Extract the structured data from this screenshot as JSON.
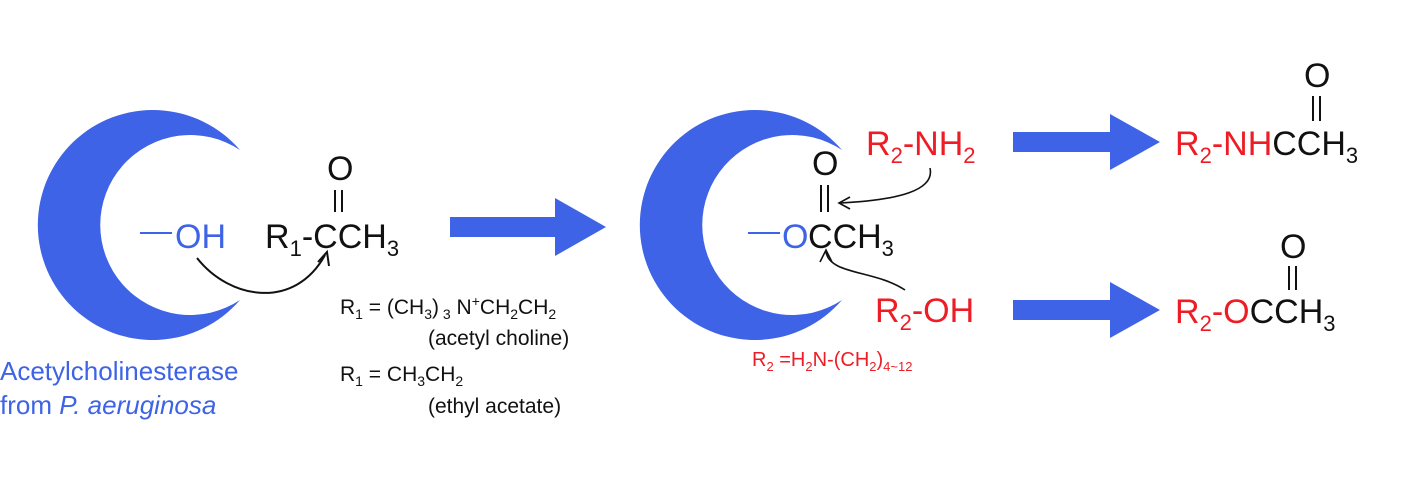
{
  "colors": {
    "enzyme": "#3e63e6",
    "blue_text": "#3e63e6",
    "red_text": "#ee1c24",
    "black": "#111111",
    "arrow": "#3e63e6"
  },
  "enzyme_caption": {
    "line1": "Acetylcholinesterase",
    "line2_prefix": "from ",
    "line2_italic": "P. aeruginosa"
  },
  "step1": {
    "hydroxyl": "OH",
    "r1": "R",
    "r1_sub": "1",
    "dash_c": "-C",
    "ch3": "CH",
    "ch3_sub": "3",
    "carbonyl_o": "O"
  },
  "r1_definitions": {
    "def1": {
      "r": "R",
      "sub": "1",
      "eq": " = (CH",
      "s3a": "3",
      "rest1": ")",
      "s3b": " 3",
      "n": " N",
      "plus": "+",
      "ch2a": "CH",
      "s2a": "2",
      "ch2b": "CH",
      "s2b": "2",
      "name": "(acetyl choline)"
    },
    "def2": {
      "r": "R",
      "sub": "1",
      "eq": " = CH",
      "s3": "3",
      "ch2": "CH",
      "s2": "2",
      "name": "(ethyl acetate)"
    }
  },
  "intermediate": {
    "o_link": "O",
    "c": "C",
    "ch3": "CH",
    "ch3_sub": "3",
    "carbonyl_o": "O"
  },
  "nucleophiles": {
    "amine": {
      "r": "R",
      "sub": "2",
      "rest": "-NH",
      "h_sub": "2"
    },
    "alcohol": {
      "r": "R",
      "sub": "2",
      "rest": "-OH"
    },
    "r2_def": {
      "r": "R",
      "sub": "2",
      "eq": " =H",
      "s2a": "2",
      "n": "N-(CH",
      "s2b": "2",
      "close": ")",
      "range": "4~12"
    }
  },
  "products": {
    "amide": {
      "r": "R",
      "sub": "2",
      "red": "-NH",
      "black": "CCH",
      "sub3": "3",
      "o": "O"
    },
    "ester": {
      "r": "R",
      "sub": "2",
      "red": "-O",
      "black": "CCH",
      "sub3": "3",
      "o": "O"
    }
  }
}
